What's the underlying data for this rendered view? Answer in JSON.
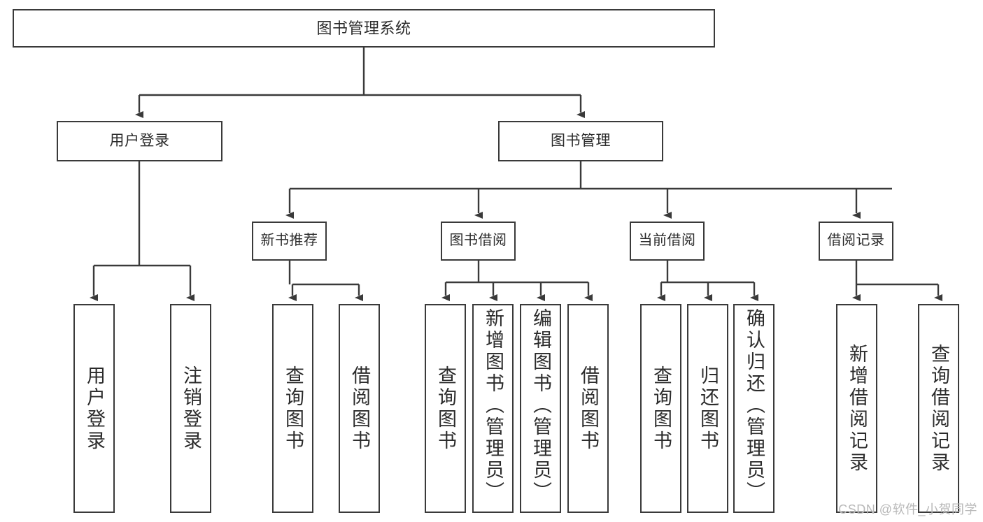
{
  "diagram": {
    "title": "图书管理系统",
    "watermark": "CSDN @软件_小贺同学",
    "colors": {
      "border": "#3a3a3a",
      "text": "#2b2b2b",
      "background": "#ffffff",
      "watermark": "#b9b9b9"
    },
    "level2": [
      {
        "label": "用户登录"
      },
      {
        "label": "图书管理"
      }
    ],
    "level3": [
      {
        "label": "新书推荐"
      },
      {
        "label": "图书借阅"
      },
      {
        "label": "当前借阅"
      },
      {
        "label": "借阅记录"
      }
    ],
    "leaves": [
      {
        "label": "用户登录",
        "parent": "用户登录"
      },
      {
        "label": "注销登录",
        "parent": "用户登录"
      },
      {
        "label": "查询图书",
        "parent": "新书推荐"
      },
      {
        "label": "借阅图书",
        "parent": "新书推荐"
      },
      {
        "label": "查询图书",
        "parent": "图书借阅"
      },
      {
        "label": "新增图书（管理员）",
        "parent": "图书借阅"
      },
      {
        "label": "编辑图书（管理员）",
        "parent": "图书借阅"
      },
      {
        "label": "借阅图书",
        "parent": "图书借阅"
      },
      {
        "label": "查询图书",
        "parent": "当前借阅"
      },
      {
        "label": "归还图书",
        "parent": "当前借阅"
      },
      {
        "label": "确认归还（管理员）",
        "parent": "当前借阅"
      },
      {
        "label": "新增借阅记录",
        "parent": "借阅记录"
      },
      {
        "label": "查询借阅记录",
        "parent": "借阅记录"
      }
    ]
  }
}
